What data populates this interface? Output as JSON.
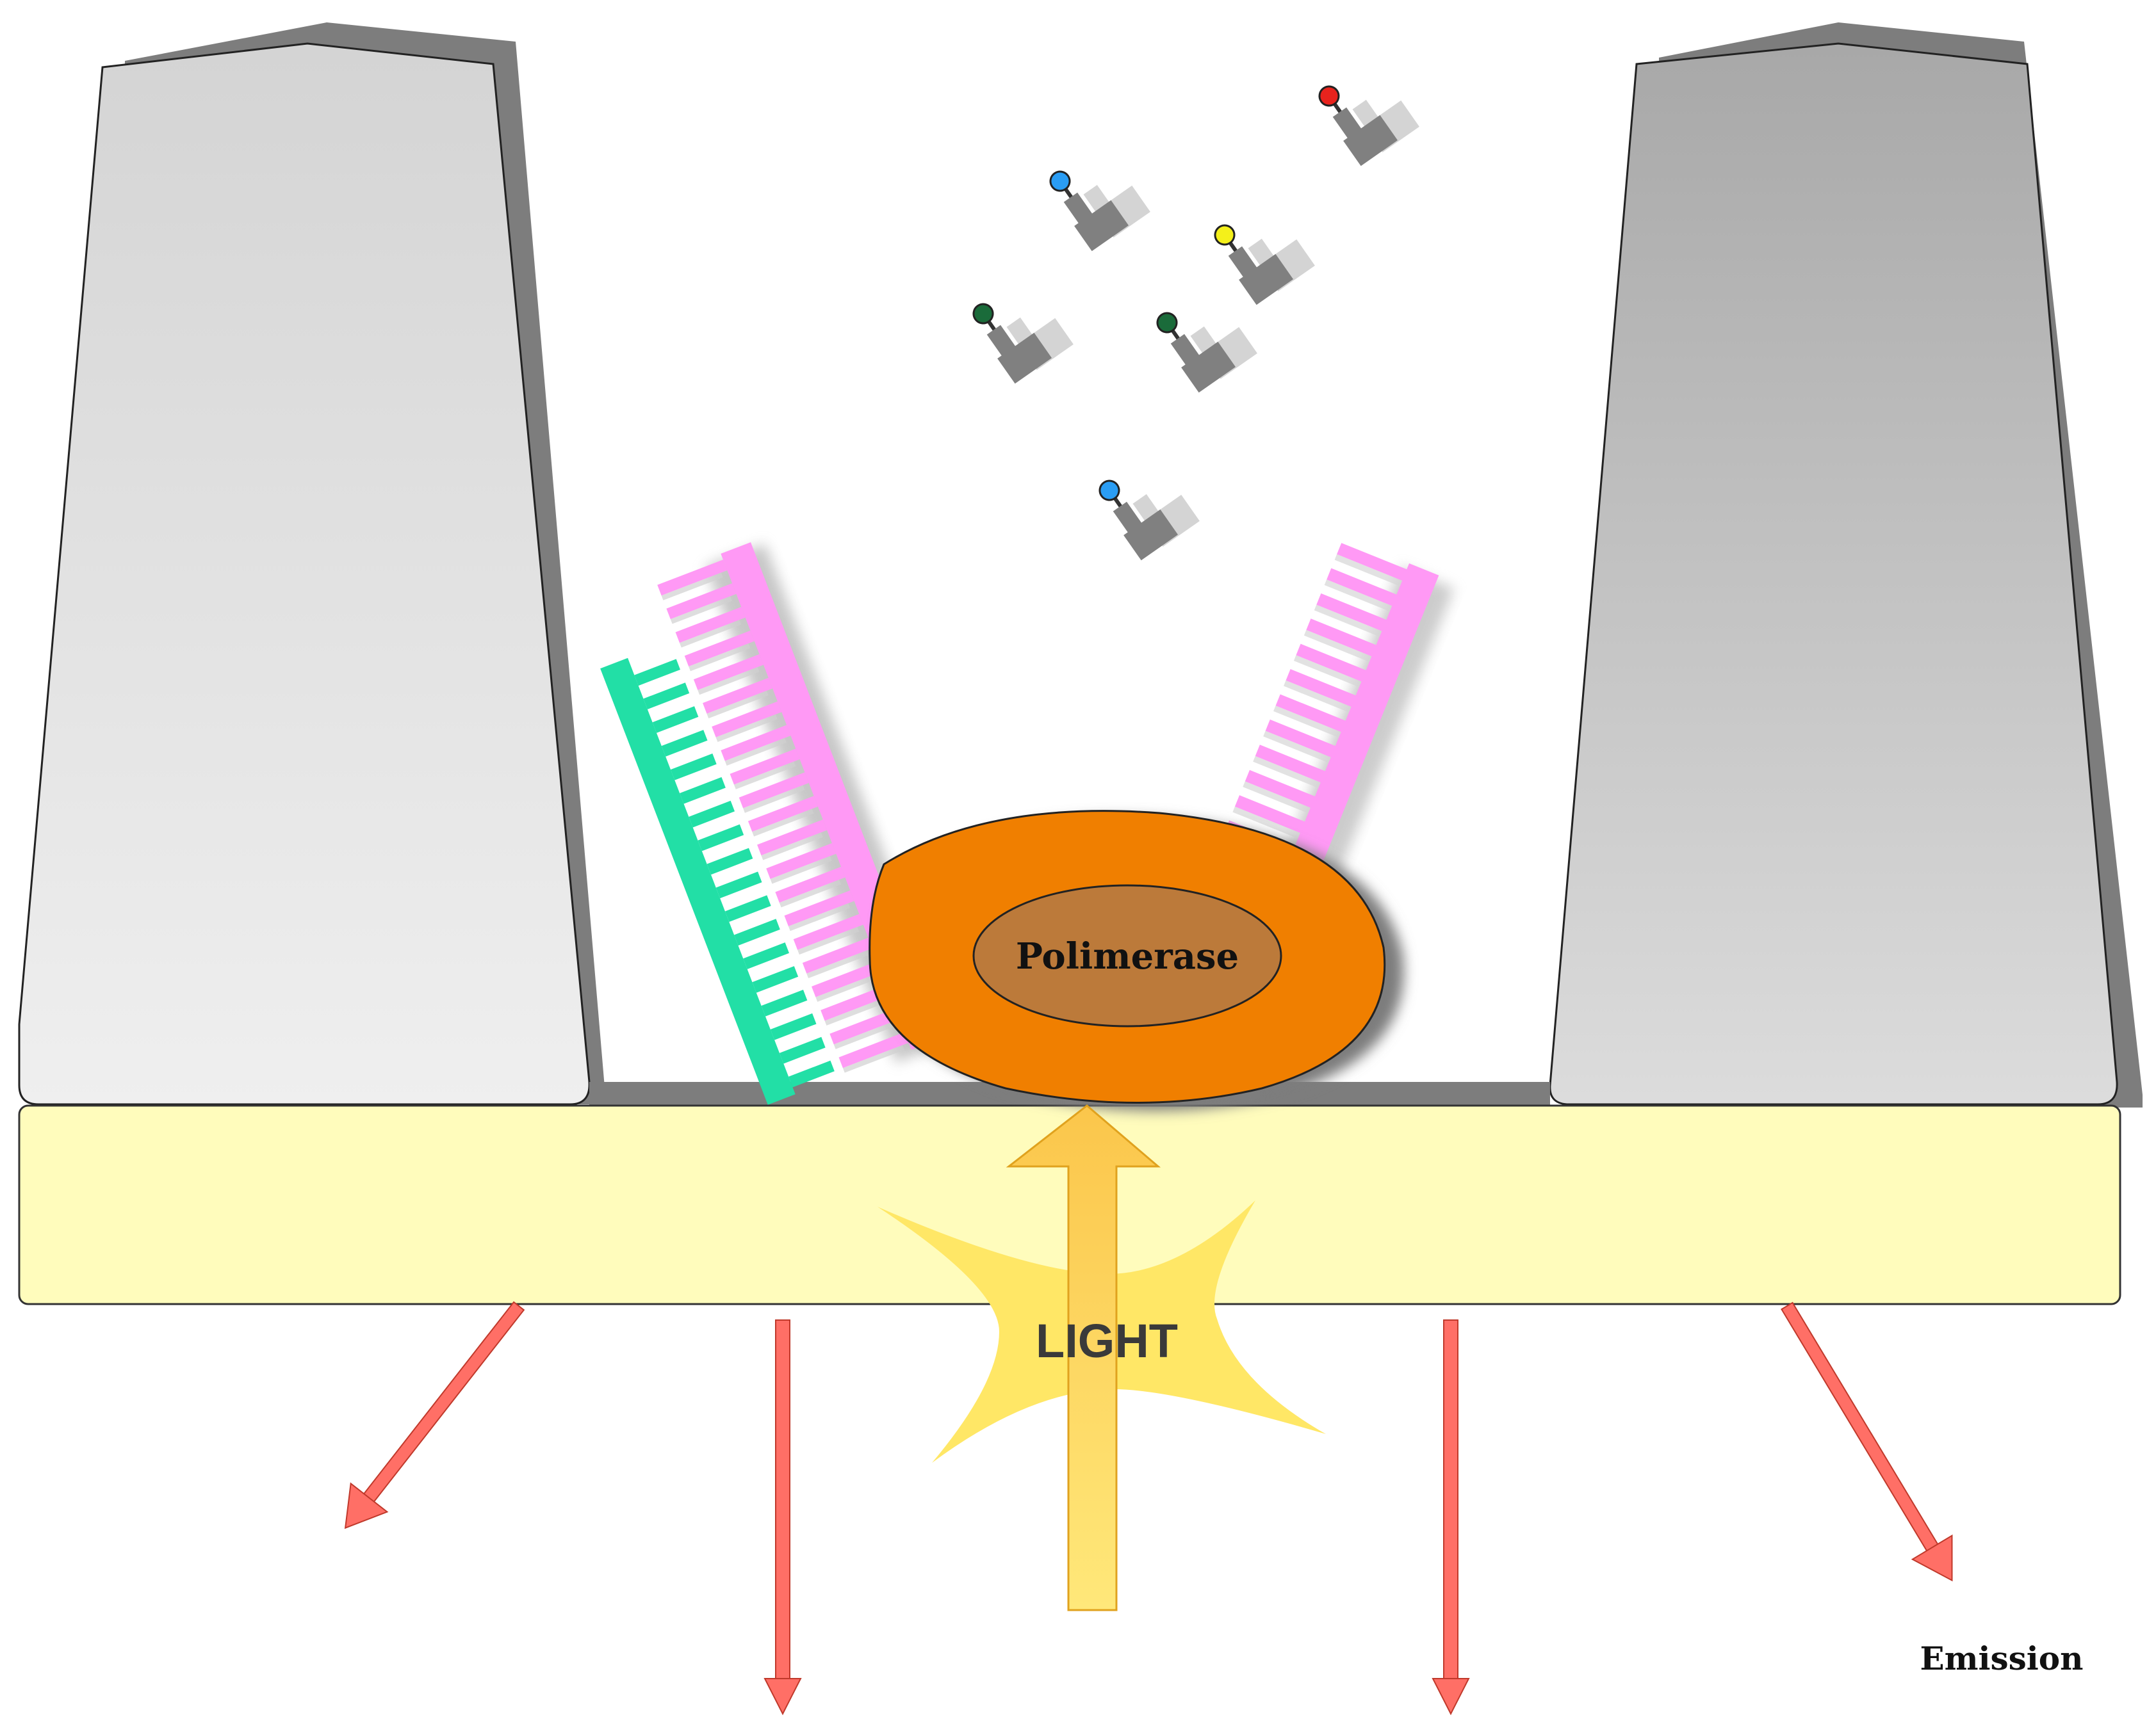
{
  "diagram": {
    "enzyme_label": "Polimerase",
    "light_label": "LIGHT",
    "emission_label": "Emission"
  },
  "nucleotides": [
    {
      "color": "#2a9df4",
      "name": "blue"
    },
    {
      "color": "#e8231d",
      "name": "red"
    },
    {
      "color": "#f4f01a",
      "name": "yellow"
    },
    {
      "color": "#1a6b3a",
      "name": "green"
    },
    {
      "color": "#1a6b3a",
      "name": "green"
    },
    {
      "color": "#2a9df4",
      "name": "blue"
    }
  ],
  "colors": {
    "template_strand": "#ff99f5",
    "synthesized_strand": "#22dfa6",
    "polymerase_outer": "#f07f00",
    "polymerase_inner": "#bc7a3a",
    "substrate": "#fffcbc",
    "wall_left": "#e2e2e2",
    "wall_right": "#bcbcbc",
    "emission_arrow": "#ff6f66",
    "light_arrow": "#ffd966",
    "light_burst": "#ffe766"
  }
}
